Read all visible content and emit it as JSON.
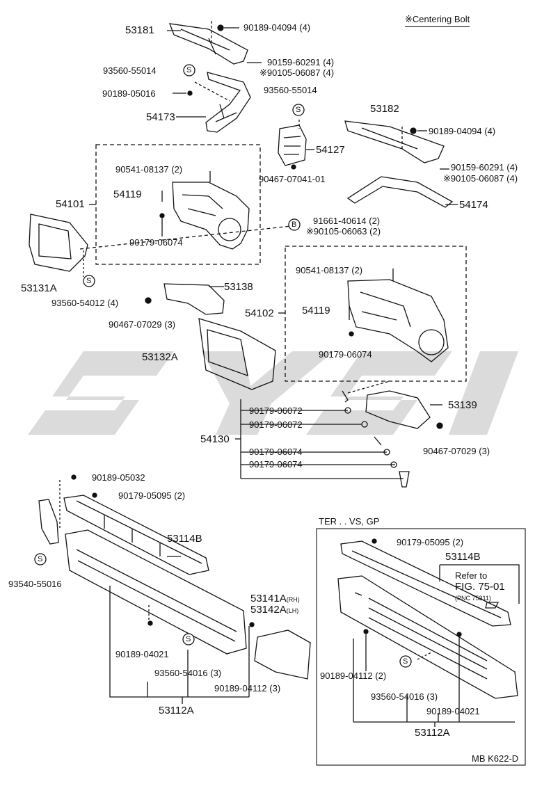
{
  "legend": {
    "text": "※Centering Bolt"
  },
  "watermark": {
    "text": "SYS",
    "color": "#cccccc"
  },
  "figure_code": "MB K622-D",
  "section_label": "TER . . VS, GP",
  "refer": {
    "line1": "Refer to",
    "line2": "FIG. 75-01",
    "line3": "(PNC 75311)"
  },
  "labels": {
    "p53181": "53181",
    "p90189_04094_a": "90189-04094 (4)",
    "p90159_60291_a": "90159-60291 (4)",
    "p90105_06087_a": "※90105-06087 (4)",
    "p93560_55014_a": "93560-55014",
    "p90189_05016": "90189-05016",
    "p54173": "54173",
    "p93560_55014_b": "93560-55014",
    "p54127": "54127",
    "p90467_07041": "90467-07041-01",
    "p53182": "53182",
    "p90189_04094_b": "90189-04094 (4)",
    "p90159_60291_b": "90159-60291 (4)",
    "p90105_06087_b": "※90105-06087 (4)",
    "p54174": "54174",
    "p90541_08137_a": "90541-08137 (2)",
    "p54119_a": "54119",
    "p54101": "54101",
    "p90179_06074_a": "90179-06074",
    "p91661_40614": "91661-40614 (2)",
    "p90105_06063": "※90105-06063 (2)",
    "p53131A": "53131A",
    "p93560_54012": "93560-54012 (4)",
    "p53138": "53138",
    "p90467_07029_a": "90467-07029 (3)",
    "p90541_08137_b": "90541-08137 (2)",
    "p54102": "54102",
    "p54119_b": "54119",
    "p90179_06074_b": "90179-06074",
    "p53132A": "53132A",
    "p90179_06072_a": "90179-06072",
    "p90179_06072_b": "90179-06072",
    "p54130": "54130",
    "p90179_06074_c": "90179-06074",
    "p90179_06074_d": "90179-06074",
    "p53139": "53139",
    "p90467_07029_b": "90467-07029 (3)",
    "p90189_05032": "90189-05032",
    "p90179_05095_a": "90179-05095 (2)",
    "p53114B_a": "53114B",
    "p93540_55016": "93540-55016",
    "p53141A": "53141A",
    "p53141A_sfx": "(RH)",
    "p53142A": "53142A",
    "p53142A_sfx": "(LH)",
    "p90189_04021_a": "90189-04021",
    "p93560_54016_a": "93560-54016 (3)",
    "p90189_04112_a": "90189-04112 (3)",
    "p53112A_a": "53112A",
    "p90179_05095_b": "90179-05095 (2)",
    "p53114B_b": "53114B",
    "p90189_04112_b": "90189-04112 (2)",
    "p93560_54016_b": "93560-54016 (3)",
    "p90189_04021_b": "90189-04021",
    "p53112A_b": "53112A"
  },
  "markers": {
    "s": "S",
    "b": "B"
  }
}
